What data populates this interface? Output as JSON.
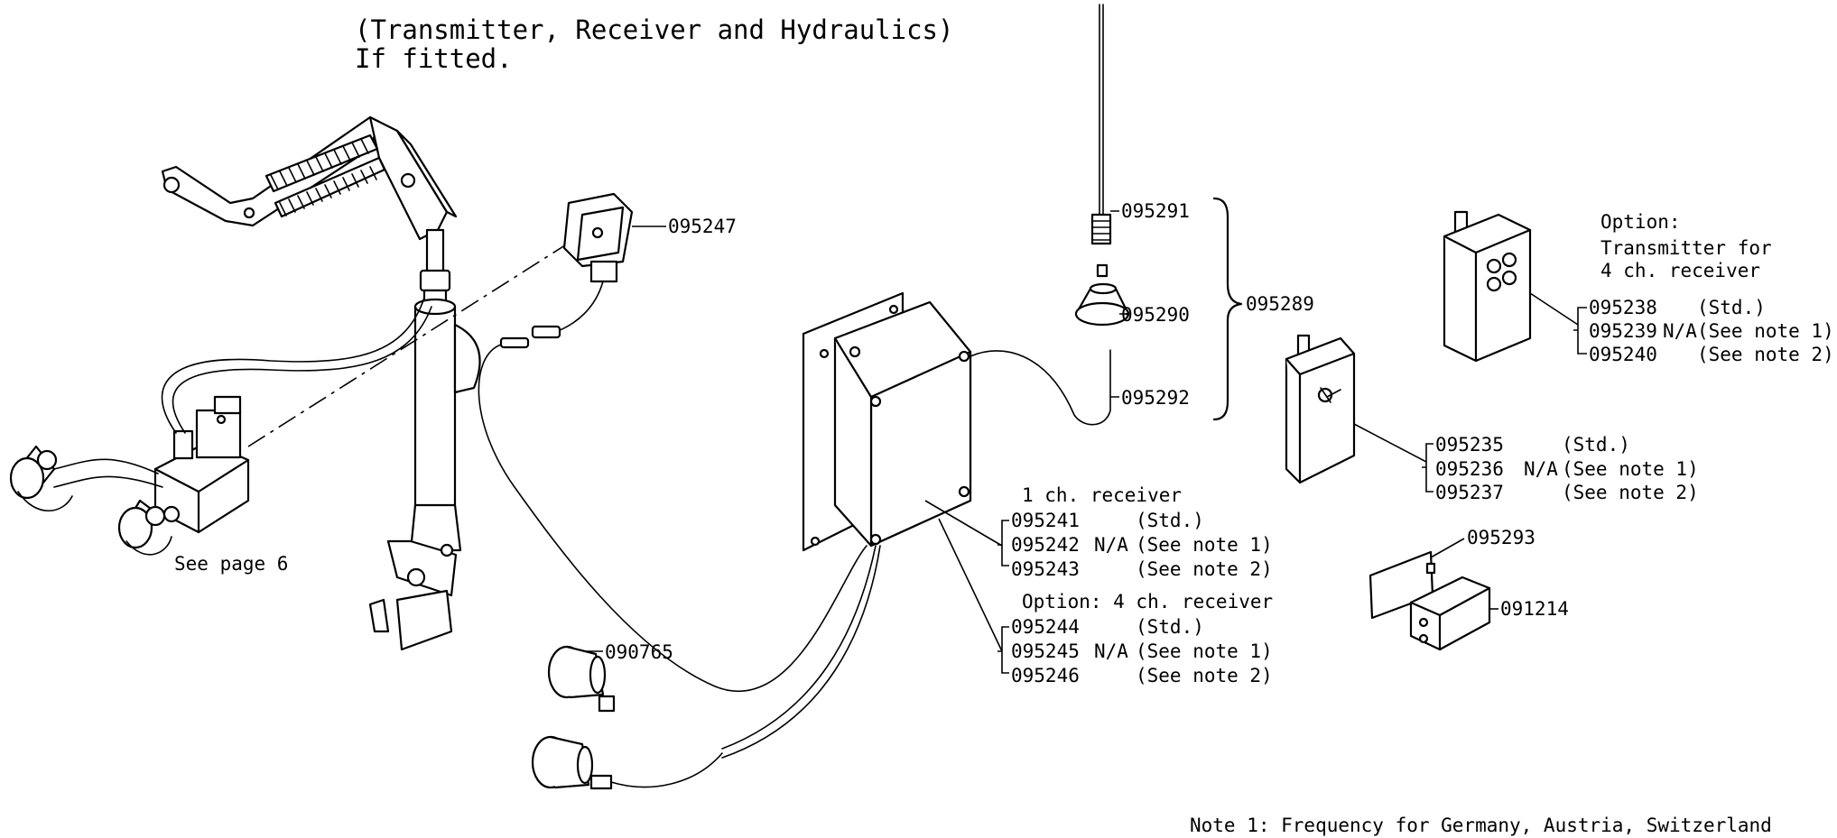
{
  "heading": {
    "line1": "(Transmitter, Receiver and Hydraulics)",
    "line2": "If fitted."
  },
  "parts": {
    "solenoid_plug": "095247",
    "antenna_spring": "095291",
    "antenna_base": "095290",
    "antenna_kit": "095289",
    "antenna_cable": "095292",
    "connector_small": "090765",
    "battery_pack": "095293",
    "battery": "091214"
  },
  "see_page": "See page 6",
  "receiver_1ch": {
    "heading": "1 ch. receiver",
    "rows": [
      {
        "part": "095241",
        "flag": "",
        "note": "(Std.)"
      },
      {
        "part": "095242",
        "flag": "N/A",
        "note": "(See note 1)"
      },
      {
        "part": "095243",
        "flag": "",
        "note": "(See note 2)"
      }
    ]
  },
  "receiver_4ch": {
    "heading": "Option: 4 ch. receiver",
    "rows": [
      {
        "part": "095244",
        "flag": "",
        "note": "(Std.)"
      },
      {
        "part": "095245",
        "flag": "N/A",
        "note": "(See note 1)"
      },
      {
        "part": "095246",
        "flag": "",
        "note": "(See note 2)"
      }
    ]
  },
  "transmitter_1ch": {
    "rows": [
      {
        "part": "095235",
        "flag": "",
        "note": "(Std.)"
      },
      {
        "part": "095236",
        "flag": "N/A",
        "note": "(See note 1)"
      },
      {
        "part": "095237",
        "flag": "",
        "note": "(See note 2)"
      }
    ]
  },
  "transmitter_4ch": {
    "heading_line1": "Option:",
    "heading_line2": "Transmitter for",
    "heading_line3": "4 ch. receiver",
    "rows": [
      {
        "part": "095238",
        "flag": "",
        "note": "(Std.)"
      },
      {
        "part": "095239",
        "flag": "N/A",
        "note": "(See note 1)"
      },
      {
        "part": "095240",
        "flag": "",
        "note": "(See note 2)"
      }
    ]
  },
  "note1": "Note 1: Frequency for Germany, Austria, Switzerland"
}
